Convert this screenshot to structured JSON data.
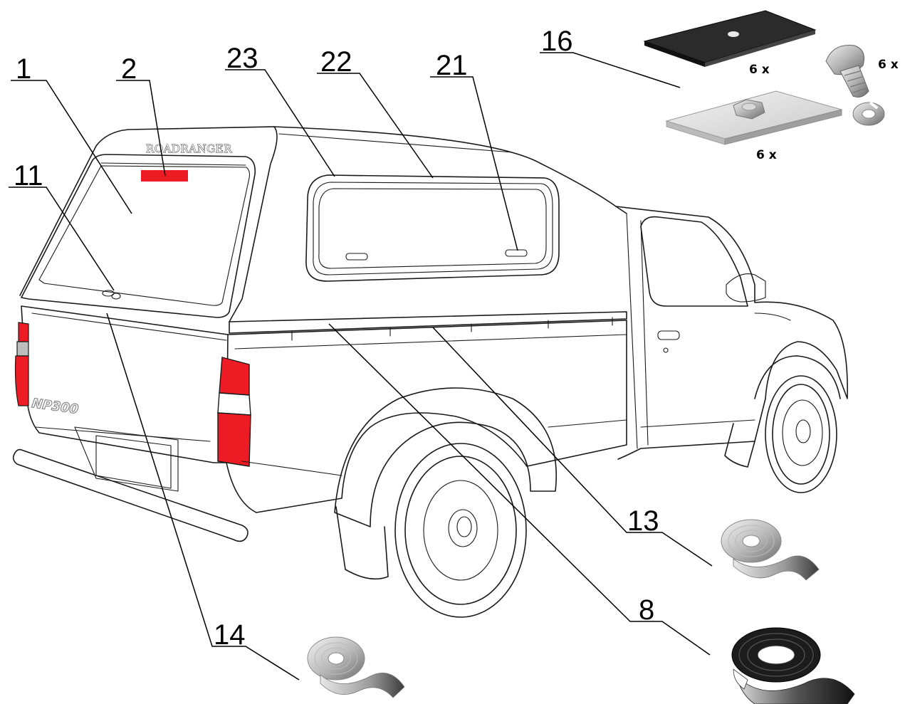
{
  "diagram": {
    "brand_logo": "ROADRANGER",
    "model_badge": "NP300",
    "callouts": [
      {
        "id": "1",
        "label": "1",
        "part": "rear-window"
      },
      {
        "id": "2",
        "label": "2",
        "part": "brake-light"
      },
      {
        "id": "11",
        "label": "11",
        "part": "rear-lock"
      },
      {
        "id": "23",
        "label": "23",
        "part": "side-window-frame"
      },
      {
        "id": "22",
        "label": "22",
        "part": "side-window-seal"
      },
      {
        "id": "21",
        "label": "21",
        "part": "side-window-latch"
      },
      {
        "id": "16",
        "label": "16",
        "part": "mounting-hardware-kit"
      },
      {
        "id": "13",
        "label": "13",
        "part": "seal-tape-roll"
      },
      {
        "id": "8",
        "label": "8",
        "part": "black-seal-tape-roll"
      },
      {
        "id": "14",
        "label": "14",
        "part": "seal-tape-roll-rear"
      }
    ],
    "hardware": {
      "plate_qty": "6 x",
      "bolt_qty": "6 x",
      "nut_plate_qty": "6 x"
    },
    "colors": {
      "light_red": "#ed1c24",
      "line": "#1a1a1a",
      "black_tape": "#1c1c1c",
      "plate": "#2b2b2b"
    }
  }
}
